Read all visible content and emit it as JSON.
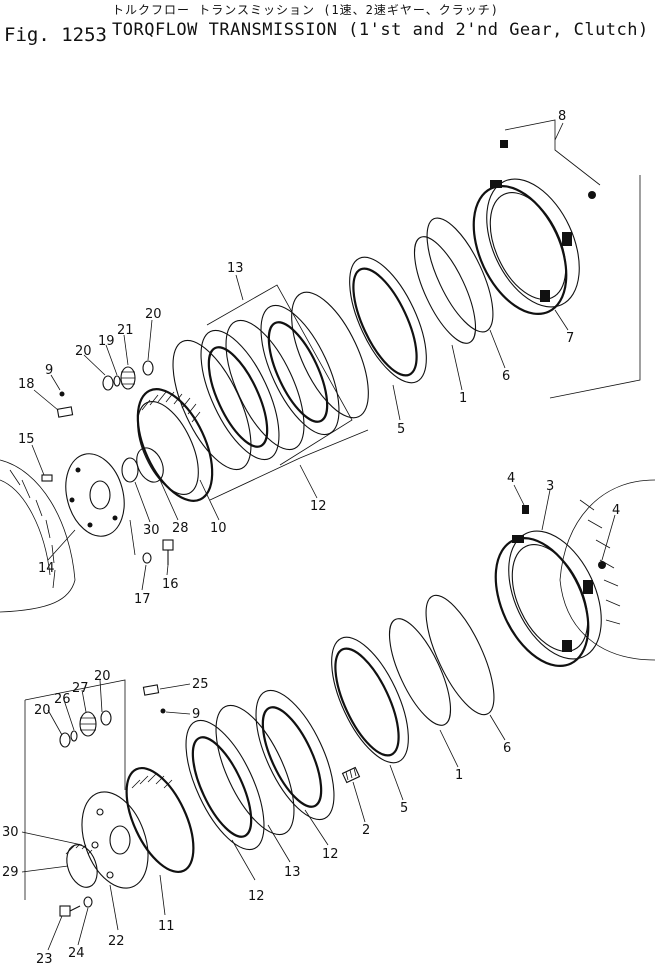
{
  "header": {
    "figure_label": "Fig. 1253",
    "title_japanese": "トルクフロー トランスミッション (1速、2速ギヤー、クラッチ)",
    "title_english": "TORQFLOW TRANSMISSION (1'st and 2'nd Gear, Clutch)"
  },
  "callouts": {
    "upper": [
      "8",
      "7",
      "6",
      "1",
      "5",
      "13",
      "12",
      "10",
      "28",
      "30",
      "21",
      "19",
      "20a",
      "20b",
      "9",
      "18",
      "15",
      "14",
      "17",
      "16"
    ],
    "lower": [
      "4a",
      "3",
      "4b",
      "6",
      "1",
      "5",
      "2",
      "25",
      "9",
      "20a",
      "26",
      "27",
      "20b",
      "30",
      "29",
      "23",
      "24",
      "22",
      "11",
      "12a",
      "13",
      "12b"
    ],
    "labels": {
      "u8": "8",
      "u7": "7",
      "u6": "6",
      "u1": "1",
      "u5": "5",
      "u13": "13",
      "u12": "12",
      "u10": "10",
      "u28": "28",
      "u30": "30",
      "u21": "21",
      "u19": "19",
      "u20a": "20",
      "u20b": "20",
      "u9": "9",
      "u18": "18",
      "u15": "15",
      "u14": "14",
      "u17": "17",
      "u16": "16",
      "l4a": "4",
      "l3": "3",
      "l4b": "4",
      "l6": "6",
      "l1": "1",
      "l5": "5",
      "l2": "2",
      "l25": "25",
      "l9": "9",
      "l20a": "20",
      "l26": "26",
      "l27": "27",
      "l20b": "20",
      "l30": "30",
      "l29": "29",
      "l23": "23",
      "l24": "24",
      "l22": "22",
      "l11": "11",
      "l12a": "12",
      "l13": "13",
      "l12b": "12"
    }
  }
}
